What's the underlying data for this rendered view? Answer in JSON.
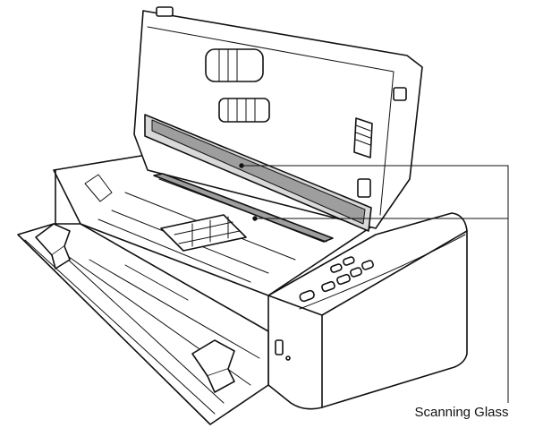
{
  "figure": {
    "callout_label": "Scanning Glass",
    "highlighted_part": "scanning-glass",
    "callout_targets": [
      "upper-scanning-glass",
      "lower-scanning-glass"
    ],
    "colors": {
      "line": "#111111",
      "body_fill": "#ffffff",
      "glass_fill": "#9e9e9e",
      "shadow_fill": "#d9d9d9"
    }
  }
}
